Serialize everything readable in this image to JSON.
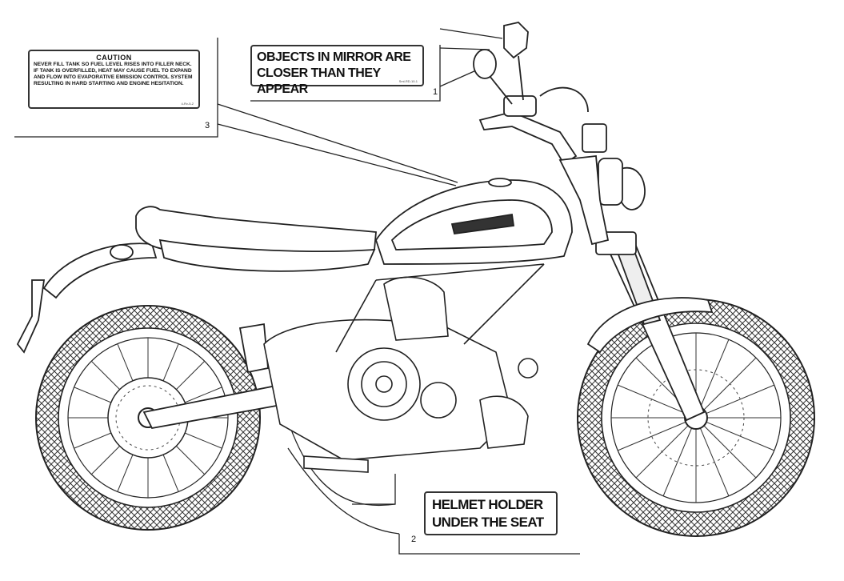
{
  "labels": {
    "caution": {
      "title": "CAUTION",
      "text": "NEVER FILL TANK SO FUEL LEVEL RISES INTO FILLER NECK. IF TANK IS OVERFILLED, HEAT MAY CAUSE FUEL TO EXPAND AND FLOW INTO EVAPORATIVE EMISSION CONTROL SYSTEM RESULTING IN HARD STARTING AND ENGINE HESITATION.",
      "code": "4-Rv-5-2"
    },
    "mirror": {
      "line1": "OBJECTS IN MIRROR ARE",
      "line2": "CLOSER THAN THEY APPEAR",
      "code": "Sml-RD-10-1"
    },
    "helmet": {
      "line1": "HELMET HOLDER",
      "line2": "UNDER THE SEAT"
    }
  },
  "callouts": {
    "one": "1",
    "two": "2",
    "three": "3"
  },
  "colors": {
    "line": "#222222",
    "background": "#ffffff"
  }
}
